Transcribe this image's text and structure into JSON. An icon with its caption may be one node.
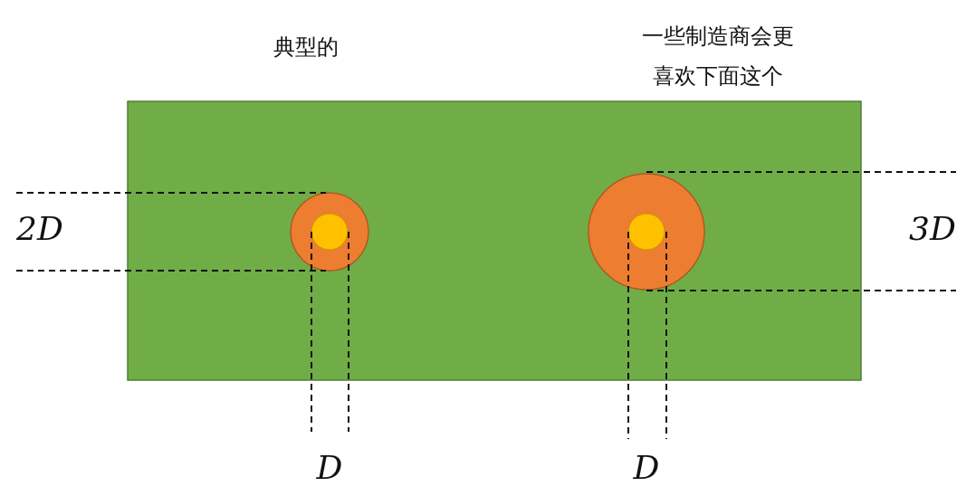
{
  "diagram": {
    "labels": [
      "典型的",
      "一些制造商会更喜欢下面这个",
      "2D",
      "3D",
      "D",
      "D"
    ]
  }
}
